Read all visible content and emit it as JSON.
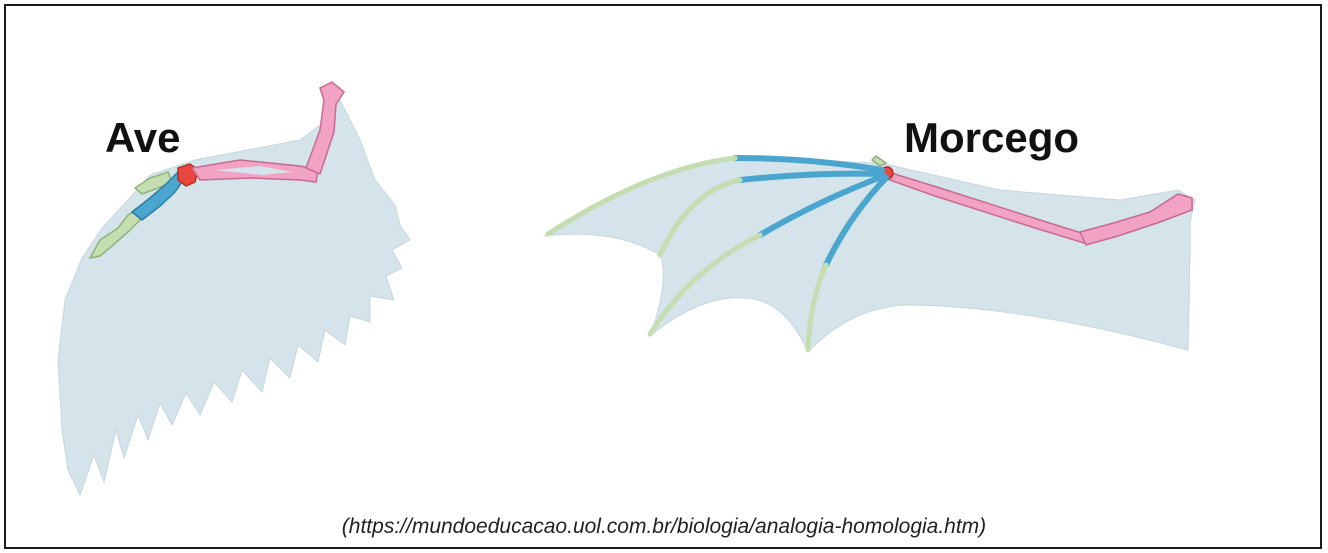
{
  "labels": {
    "bird": "Ave",
    "bat": "Morcego"
  },
  "caption": "(https://mundoeducacao.uol.com.br/biologia/analogia-homologia.htm)",
  "colors": {
    "membrane": "#d5e3ea",
    "humerus_radius": "#f2a3c3",
    "carpals": "#e8473f",
    "metacarpals": "#4aa6cf",
    "phalanges": "#c4ddb1",
    "border": "#1a1a1a"
  }
}
